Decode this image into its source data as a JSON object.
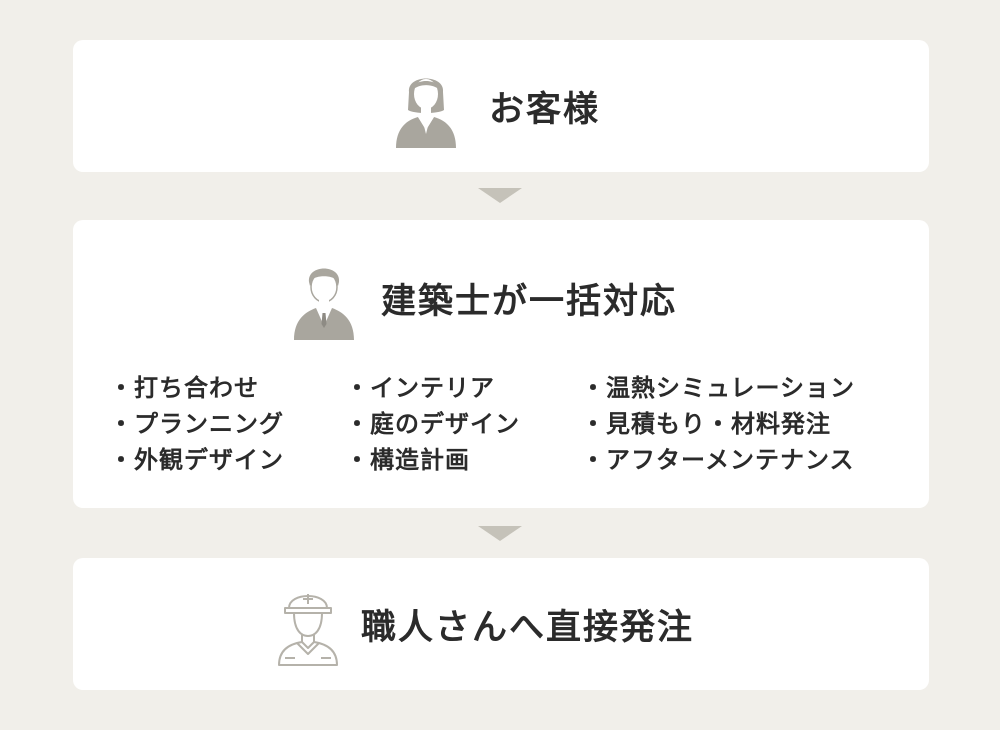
{
  "steps": {
    "customer": {
      "icon": "woman-avatar-icon",
      "title": "お客様"
    },
    "architect": {
      "icon": "man-avatar-icon",
      "title": "建築士が一括対応",
      "services": [
        [
          "打ち合わせ",
          "プランニング",
          "外観デザイン"
        ],
        [
          "インテリア",
          "庭のデザイン",
          "構造計画"
        ],
        [
          "温熱シミュレーション",
          "見積もり・材料発注",
          "アフターメンテナンス"
        ]
      ]
    },
    "craftsman": {
      "icon": "hardhat-worker-icon",
      "title": "職人さんへ直接発注"
    }
  },
  "colors": {
    "background": "#f1efea",
    "card": "#ffffff",
    "arrow": "#c5c2b9",
    "avatar": "#a9a69e",
    "worker_outline": "#b5b2aa",
    "text": "#2b2b2b"
  }
}
